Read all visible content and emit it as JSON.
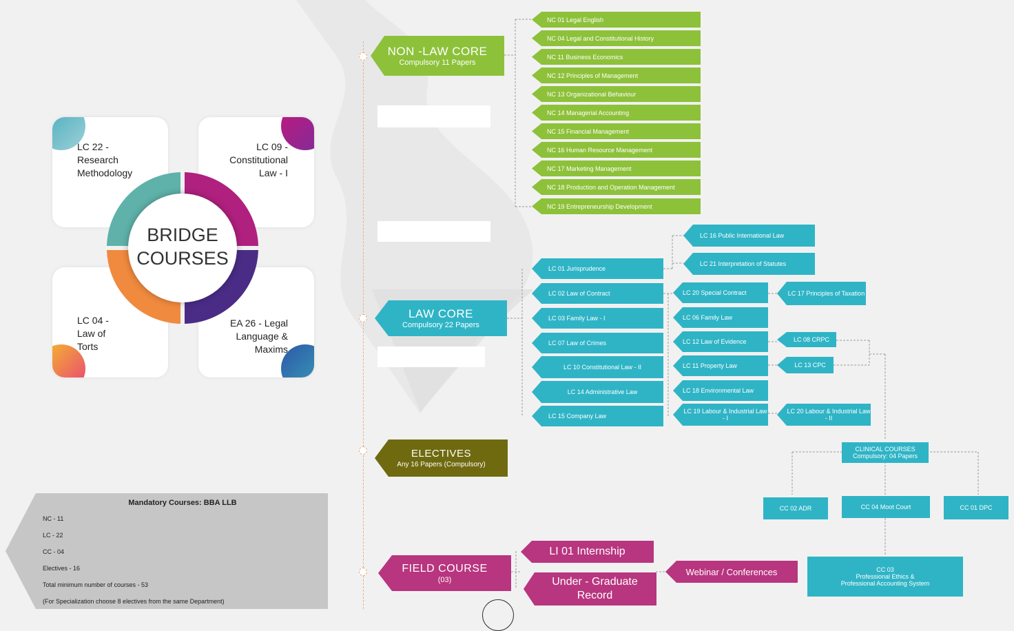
{
  "bridge": {
    "title_line1": "BRIDGE",
    "title_line2": "COURSES",
    "card_tl": "LC 22 -\nResearch\nMethodology",
    "card_tr": "LC 09 -\nConstitutional\nLaw - I",
    "card_bl": "LC 04 -\nLaw of\nTorts",
    "card_br": "EA 26 - Legal\nLanguage &\nMaxims"
  },
  "legend": {
    "title": "Mandatory Courses: BBA LLB",
    "rows": [
      "NC - 11",
      "LC - 22",
      "CC - 04",
      "Electives - 16",
      "Total minimum number of courses - 53",
      "(For Specialization choose 8 electives from the same Department)"
    ]
  },
  "non_law_core": {
    "title": "NON -LAW CORE",
    "subtitle": "Compulsory 11 Papers",
    "items": [
      "NC 01 Legal English",
      "NC 04 Legal and Constitutional History",
      "NC 11 Business Economics",
      "NC 12 Principles of Management",
      "NC 13 Organizational Behaviour",
      "NC 14 Managerial Accounting",
      "NC 15 Financial Management",
      "NC 16 Human Resource Management",
      "NC 17 Marketing Management",
      "NC 18 Production and Operation Management",
      "NC 19 Entrepreneurship Development"
    ]
  },
  "law_core": {
    "title": "LAW CORE",
    "subtitle": "Compulsory 22 Papers",
    "col1": [
      "LC 01 Jurisprudence",
      "LC 02 Law of Contract",
      "LC 03 Family Law - I",
      "LC 07 Law of Crimes",
      "LC 10 Constitutional Law - II",
      "LC 14 Administrative Law",
      "LC 15 Company Law"
    ],
    "col2": [
      "LC 20 Special Contract",
      "LC 06 Family Law",
      "LC 12 Law of Evidence",
      "LC 11 Property Law",
      "LC 18 Environmental Law",
      "LC 19 Labour & Industrial Law - I"
    ],
    "top_right": [
      "LC 16 Public International Law",
      "LC 21 Interpretation of Statutes"
    ],
    "col3": [
      "LC 17 Principles of Taxation",
      "LC 08 CRPC",
      "LC 13 CPC",
      "LC 20 Labour & Industrial Law - II"
    ]
  },
  "clinical": {
    "title": "CLINICAL COURSES",
    "subtitle": "Compulsory: 04 Papers",
    "items": [
      "CC 02 ADR",
      "CC 04 Moot Court",
      "CC 01 DPC"
    ],
    "bottom_line1": "CC 03",
    "bottom_line2": "Professional Ethics &",
    "bottom_line3": "Professional Accounting System"
  },
  "electives": {
    "title": "ELECTIVES",
    "subtitle": "Any 16 Papers (Compulsory)"
  },
  "field_course": {
    "title": "FIELD COURSE",
    "subtitle": "(03)",
    "items": [
      "LI 01 Internship",
      "Under - Graduate Record"
    ],
    "webinar": "Webinar / Conferences"
  },
  "colors": {
    "green": "#8dc13a",
    "teal": "#2fb4c6",
    "olive": "#6f6a10",
    "magenta": "#b8357f"
  }
}
